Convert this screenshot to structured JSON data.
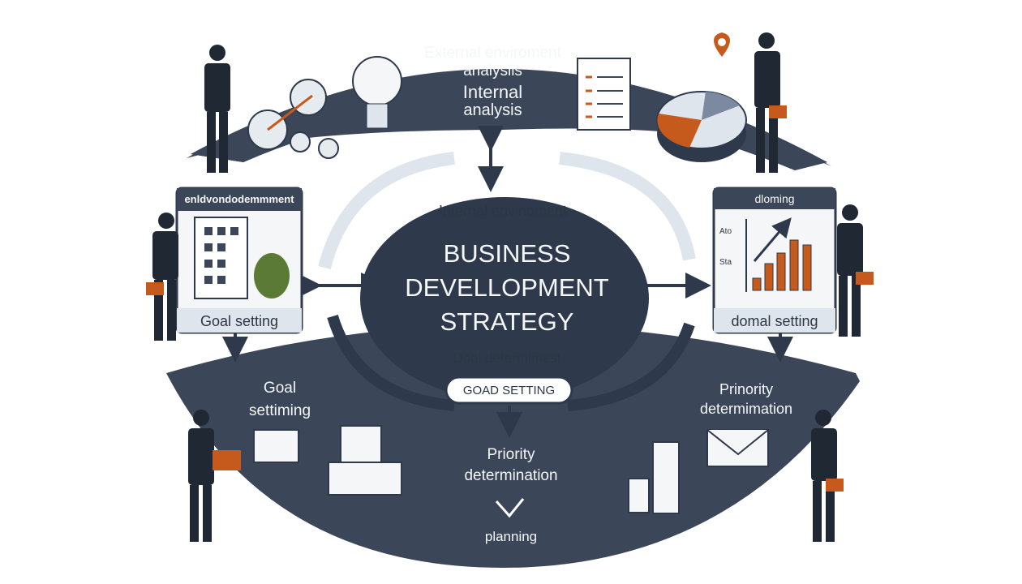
{
  "top_band": {
    "line1": "External enviroment",
    "line2": "analysiis",
    "line3": "Internal",
    "line4": "analysis"
  },
  "center": {
    "subtitle": "Internal envinoment",
    "title1": "BUSINESS",
    "title2": "DEVELLOPMENT",
    "title3": "STRATEGY",
    "footer": "Doal determimest"
  },
  "pill": {
    "label": "GOAD SETTING"
  },
  "left_panel": {
    "header": "enldvondodemmment",
    "footer": "Goal setting"
  },
  "right_panel": {
    "header": "dloming",
    "axis_top": "Ato",
    "axis_bottom": "Sta",
    "footer": "domal setting"
  },
  "bottom_band": {
    "left1": "Goal",
    "left2": "settiming",
    "mid1": "Priority",
    "mid2": "determination",
    "mid3": "planning",
    "right1": "Prinority",
    "right2": "determimation"
  },
  "colors": {
    "slate": "#3b4759",
    "dark": "#2e3a4b",
    "orange": "#c55a1c",
    "light": "#e6ebf0"
  }
}
